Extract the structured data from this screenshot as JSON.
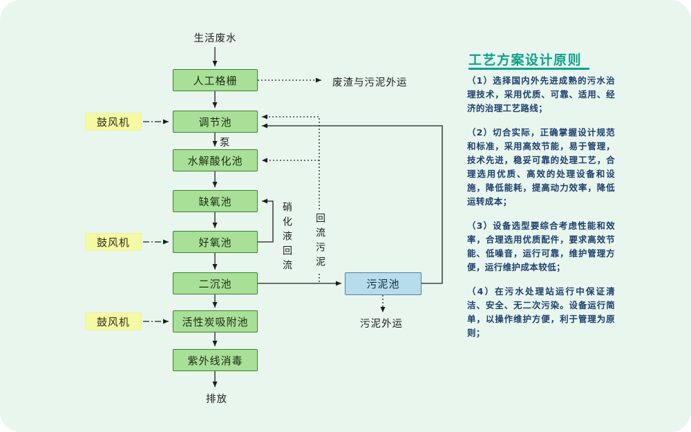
{
  "colors": {
    "canvas_bg": "#e8f6ee",
    "process_box_fill": "#a9e098",
    "process_box_border": "#3f7d2e",
    "blower_fill": "#f6f9a4",
    "sludge_box_fill": "#b7dcea",
    "sludge_box_border": "#53809e",
    "panel_title_teal": "#10a18c",
    "panel_body_navy": "#1d3e6e",
    "line_color": "#1c1c1c"
  },
  "flowchart": {
    "source_label": "生活废水",
    "discharge_label": "排放",
    "pump_label": "泵",
    "grille_waste_label": "废渣与污泥外运",
    "sludge_out_label": "污泥外运",
    "nitrify_return_label": "硝化液回流",
    "sludge_return_label": "回流污泥",
    "blower_label": "鼓风机",
    "boxes": {
      "grille": "人工格栅",
      "regulating": "调节池",
      "hydrolysis": "水解酸化池",
      "anoxic": "缺氧池",
      "aerobic": "好氧池",
      "secondary_sedimentation": "二沉池",
      "activated_carbon": "活性炭吸附池",
      "uv_disinfection": "紫外线消毒",
      "sludge_tank": "污泥池"
    }
  },
  "panel": {
    "title": "工艺方案设计原则",
    "paragraphs": [
      "（1）选择国内外先进成熟的污水治理技术，采用优质、可靠、适用、经济的治理工艺路线；",
      "（2）切合实际，正确掌握设计规范和标准，采用高效节能，易于管理，技术先进，稳妥可靠的处理工艺，合理选用优质、高效的处理设备和设施，降低能耗，提高动力效率，降低运转成本；",
      "（3）设备选型要综合考虑性能和效率，合理选用优质配件，要求高效节能、低噪音，运行可靠，维护管理方便，运行维护成本较低；",
      "（4）在污水处理站运行中保证清洁、安全、无二次污染。设备运行简单，以操作维护方便，利于管理为原则；"
    ]
  }
}
